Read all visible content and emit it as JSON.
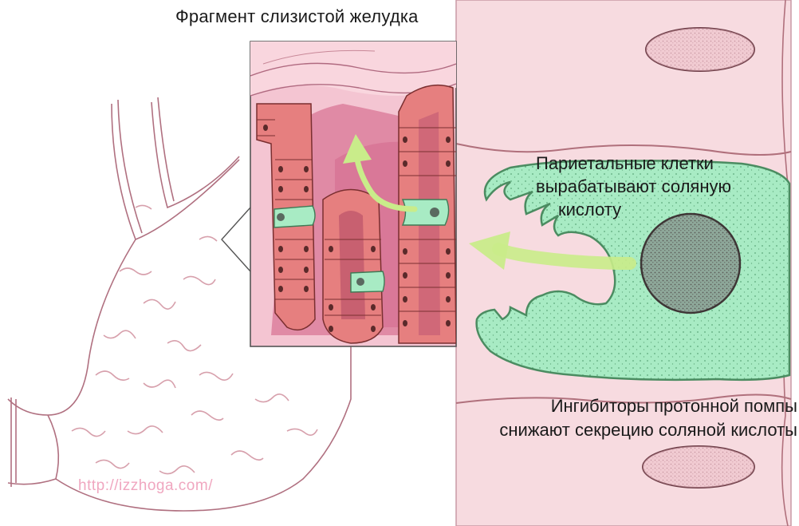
{
  "diagram": {
    "inset_title": "Фрагмент слизистой желудка",
    "parietal_label": {
      "line1": "Париетальные клетки",
      "line2": "вырабатывают соляную",
      "line3": "кислоту"
    },
    "ppi_label": {
      "line1": "Ингибиторы протонной помпы",
      "line2": "снижают секрецию соляной кислоты"
    },
    "watermark": "http://izzhoga.com/"
  },
  "colors": {
    "tissue_pink": "#f7dbe0",
    "inset_bg": "#e88aa8",
    "cell_red": "#e67f7f",
    "parietal_green": "#a8ebc4",
    "nucleus": "#5a4a4a",
    "arrow_green": "#c9ec8a",
    "watermark": "#f0a7c0"
  },
  "icons": [
    "stomach-outline",
    "gastric-gland-inset",
    "parietal-cell",
    "secretion-arrow"
  ]
}
